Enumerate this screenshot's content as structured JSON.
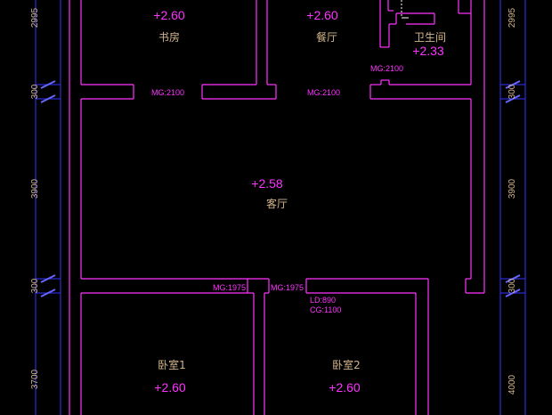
{
  "colors": {
    "background": "#000000",
    "wall": "#ff33ff",
    "dimension": "#3333ff",
    "room_text": "#d2b48c",
    "fixture": "#ffffff"
  },
  "rooms": {
    "study": {
      "name": "书房",
      "elevation": "+2.60"
    },
    "dining": {
      "name": "餐厅",
      "elevation": "+2.60"
    },
    "bath": {
      "name": "卫生间",
      "elevation": "+2.33"
    },
    "living": {
      "name": "客厅",
      "elevation": "+2.58"
    },
    "bed1": {
      "name": "卧室1",
      "elevation": "+2.60"
    },
    "bed2": {
      "name": "卧室2",
      "elevation": "+2.60"
    }
  },
  "openings": {
    "study_door": "MG:2100",
    "dining_door": "MG:2100",
    "bath_door": "MG:2100",
    "bed1_door": "MG:1975",
    "bed2_door": "MG:1975",
    "window_ld": "LD:890",
    "window_cg": "CG:1100"
  },
  "dimensions": {
    "left": [
      "2995",
      "300",
      "3900",
      "300",
      "3700"
    ],
    "right": [
      "2995",
      "300",
      "3900",
      "300",
      "4000"
    ]
  }
}
